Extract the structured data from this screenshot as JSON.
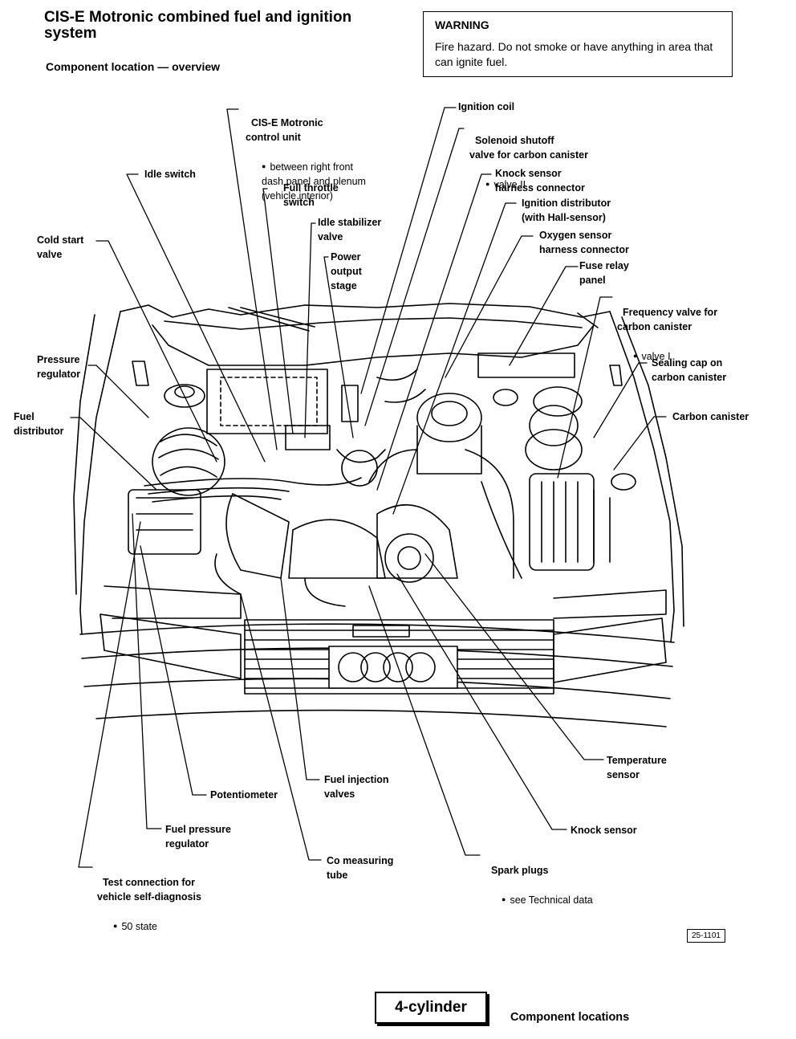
{
  "title": "CIS-E Motronic combined fuel and ignition system",
  "subtitle": "Component location — overview",
  "warning": {
    "heading": "WARNING",
    "text": "Fire hazard. Do not smoke or have anything in area that can ignite fuel."
  },
  "labels": {
    "control_unit": "CIS-E Motronic\ncontrol unit",
    "control_unit_note": "between right front\ndash panel and plenum\n(vehicle interior)",
    "idle_switch": "Idle switch",
    "full_throttle": "Full throttle\nswitch",
    "idle_stabilizer": "Idle stabilizer\nvalve",
    "power_output": "Power\noutput\nstage",
    "cold_start": "Cold start\nvalve",
    "pressure_regulator": "Pressure\nregulator",
    "fuel_distributor": "Fuel\ndistributor",
    "ignition_coil": "Ignition coil",
    "solenoid": "Solenoid shutoff\nvalve for carbon canister",
    "solenoid_note": "valve II",
    "knock_connector": "Knock sensor\nharness connector",
    "distributor": "Ignition distributor\n(with Hall-sensor)",
    "oxygen_connector": "Oxygen sensor\nharness connector",
    "fuse_relay": "Fuse relay\npanel",
    "frequency_valve": "Frequency valve for\ncarbon canister",
    "frequency_note": "valve I",
    "sealing_cap": "Sealing cap on\ncarbon canister",
    "carbon_canister": "Carbon canister",
    "temperature_sensor": "Temperature\nsensor",
    "knock_sensor": "Knock sensor",
    "spark_plugs": "Spark plugs",
    "spark_note": "see Technical data",
    "co_tube": "Co measuring\ntube",
    "injection_valves": "Fuel injection\nvalves",
    "potentiometer": "Potentiometer",
    "fuel_pressure_regulator": "Fuel pressure\nregulator",
    "test_connection": "Test connection for\nvehicle self-diagnosis",
    "test_note": "50 state"
  },
  "figure_number": "25-1101",
  "cylinder_tag": "4-cylinder",
  "section_name": "Component locations"
}
